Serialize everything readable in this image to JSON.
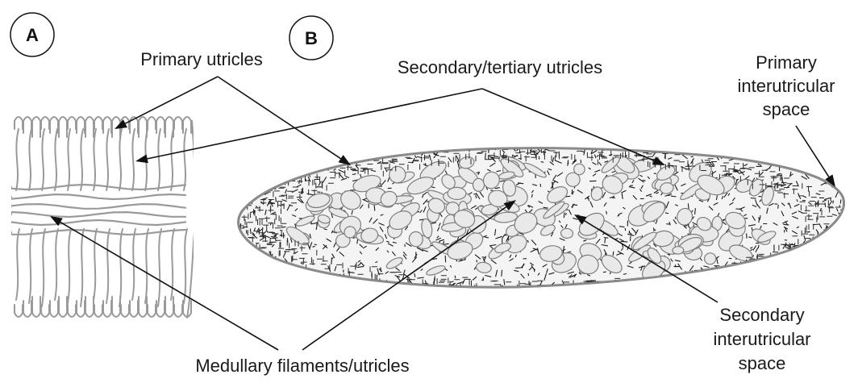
{
  "panels": {
    "a": {
      "letter": "A"
    },
    "b": {
      "letter": "B"
    }
  },
  "labels": {
    "primary_utricles": "Primary utricles",
    "secondary_tertiary_utricles": "Secondary/tertiary utricles",
    "primary_interutricular_space": [
      "Primary",
      "interutricular",
      "space"
    ],
    "medullary": "Medullary filaments/utricles",
    "secondary_interutricular_space": [
      "Secondary",
      "interutricular",
      "space"
    ]
  },
  "colors": {
    "line_dark": "#111111",
    "structure_gray": "#9a9a9a",
    "texture_black": "#1a1a1a"
  }
}
